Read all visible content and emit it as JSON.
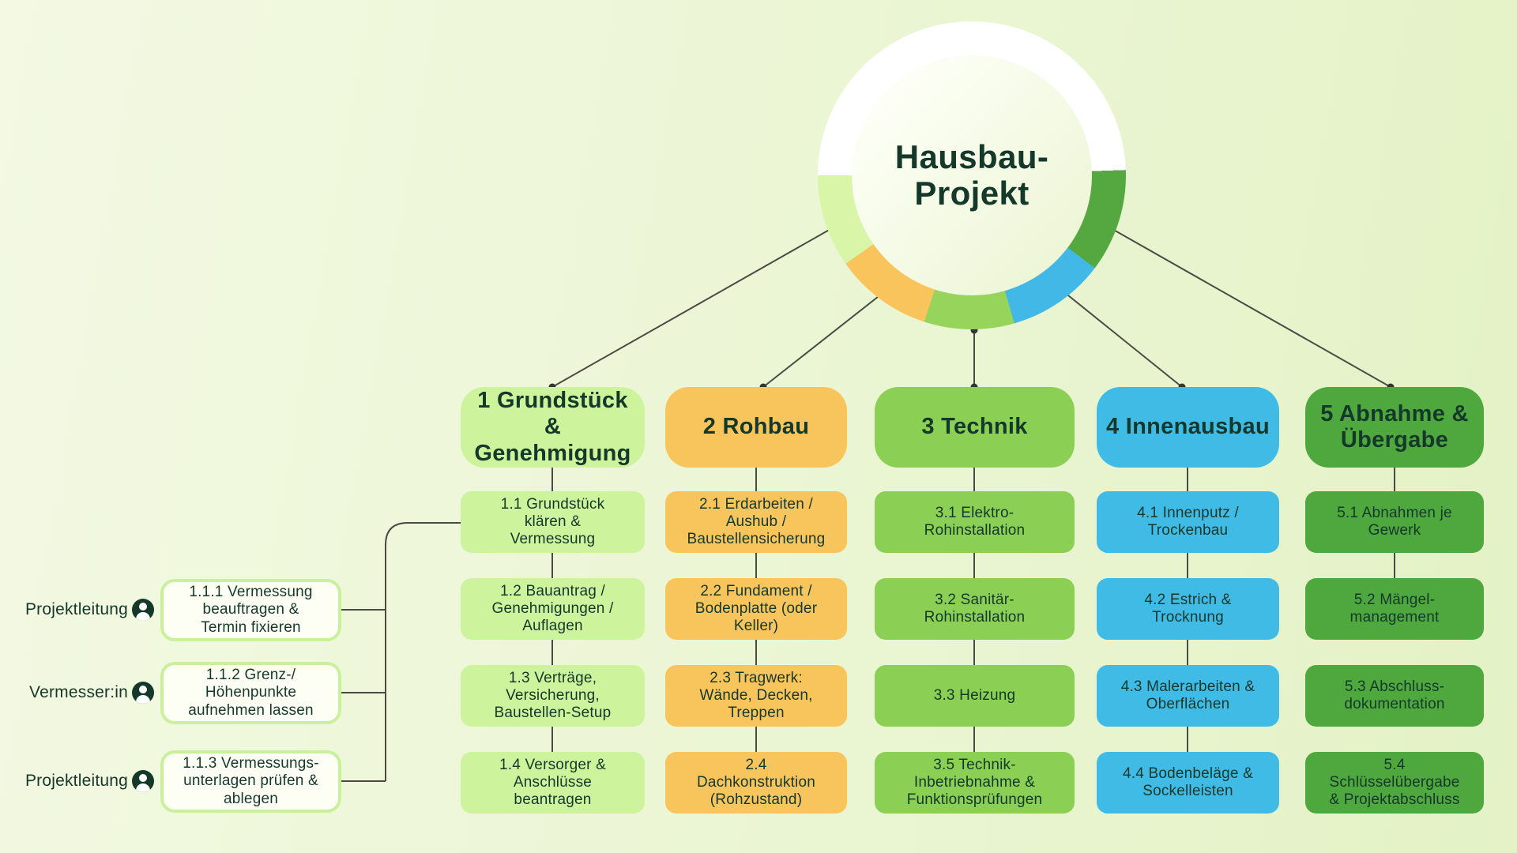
{
  "palette": {
    "background_from": "#f3f9e3",
    "background_to": "#e4f2c6",
    "text": "#14382a",
    "connector": "#4a4c44",
    "ring_base": "#ffffff",
    "branch_colors": [
      "#cdf49d",
      "#f8c55c",
      "#8bcf55",
      "#3fbbe6",
      "#4ea83e"
    ],
    "ring_segments": [
      "#d8f5a8",
      "#f9c45b",
      "#97d45c",
      "#42b8e6",
      "#55a73f"
    ],
    "subtask_border": "#c9f19c",
    "subtask_fill": "#fdfff5",
    "avatar": "#14382a"
  },
  "root": {
    "title": "Hausbau-\nProjekt"
  },
  "branches": [
    {
      "header": "1 Grundstück &\nGenehmigung",
      "items": [
        "1.1 Grundstück\nklären &\nVermessung",
        "1.2 Bauantrag /\nGenehmigungen /\nAuflagen",
        "1.3 Verträge,\nVersicherung,\nBaustellen-Setup",
        "1.4 Versorger &\nAnschlüsse\nbeantragen"
      ]
    },
    {
      "header": "2 Rohbau",
      "items": [
        "2.1 Erdarbeiten /\nAushub /\nBaustellensicherung",
        "2.2 Fundament /\nBodenplatte (oder\nKeller)",
        "2.3 Tragwerk:\nWände, Decken,\nTreppen",
        "2.4\nDachkonstruktion\n(Rohzustand)"
      ]
    },
    {
      "header": "3 Technik",
      "items": [
        "3.1 Elektro-\nRohinstallation",
        "3.2 Sanitär-\nRohinstallation",
        "3.3 Heizung",
        "3.5 Technik-\nInbetriebnahme &\nFunktionsprüfungen"
      ]
    },
    {
      "header": "4 Innenausbau",
      "items": [
        "4.1 Innenputz /\nTrockenbau",
        "4.2 Estrich &\nTrocknung",
        "4.3 Malerarbeiten &\nOberflächen",
        "4.4 Bodenbeläge &\nSockelleisten"
      ]
    },
    {
      "header": "5 Abnahme &\nÜbergabe",
      "items": [
        "5.1 Abnahmen je\nGewerk",
        "5.2 Mängel-\nmanagement",
        "5.3 Abschluss-\ndokumentation",
        "5.4\nSchlüsselübergabe\n& Projektabschluss"
      ]
    }
  ],
  "assignments": [
    {
      "role": "Projektleitung",
      "icon": "person-icon",
      "task": "1.1.1 Vermessung\nbeauftragen &\nTermin fixieren"
    },
    {
      "role": "Vermesser:in",
      "icon": "person-icon",
      "task": "1.1.2 Grenz-/\nHöhenpunkte\naufnehmen lassen"
    },
    {
      "role": "Projektleitung",
      "icon": "person-icon",
      "task": "1.1.3 Vermessungs-\nunterlagen prüfen &\nablegen"
    }
  ]
}
